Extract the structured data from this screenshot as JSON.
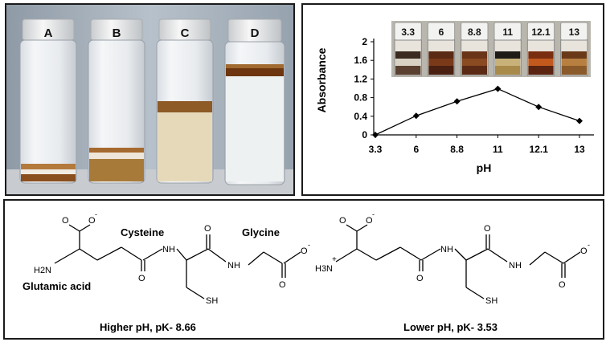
{
  "figure": {
    "vials": [
      {
        "label": "A"
      },
      {
        "label": "B"
      },
      {
        "label": "C"
      },
      {
        "label": "D"
      }
    ],
    "inset_labels": [
      "3.3",
      "6",
      "8.8",
      "11",
      "12.1",
      "13"
    ],
    "structures": [
      {
        "caption": "Higher pH, pK- 8.66",
        "glutamic": "Glutamic acid",
        "cysteine": "Cysteine",
        "glycine": "Glycine",
        "amine": "H2N",
        "nh1": "NH",
        "nh2": "NH",
        "sh": "SH",
        "o_top_a": "O",
        "o_top_b": "O",
        "o_mid1": "O",
        "o_mid2": "O",
        "o_gly1": "O",
        "o_gly2": "O"
      },
      {
        "caption": "Lower pH, pK- 3.53",
        "amine": "H3N",
        "nh1": "NH",
        "nh2": "NH",
        "sh": "SH",
        "o_top_a": "O",
        "o_top_b": "O",
        "o_mid1": "O",
        "o_mid2": "O",
        "o_gly1": "O",
        "o_gly2": "O"
      }
    ]
  },
  "chart_data": {
    "type": "line",
    "categories": [
      "3.3",
      "6",
      "8.8",
      "11",
      "12.1",
      "13"
    ],
    "values": [
      0.0,
      0.41,
      0.72,
      0.99,
      0.6,
      0.3
    ],
    "xlabel": "pH",
    "ylabel": "Absorbance",
    "ylim": [
      0,
      2
    ],
    "yticks": [
      "0",
      "0.4",
      "0.8",
      "1.2",
      "1.6",
      "2"
    ],
    "grid": false,
    "marker": "diamond",
    "line_color": "#000000"
  }
}
